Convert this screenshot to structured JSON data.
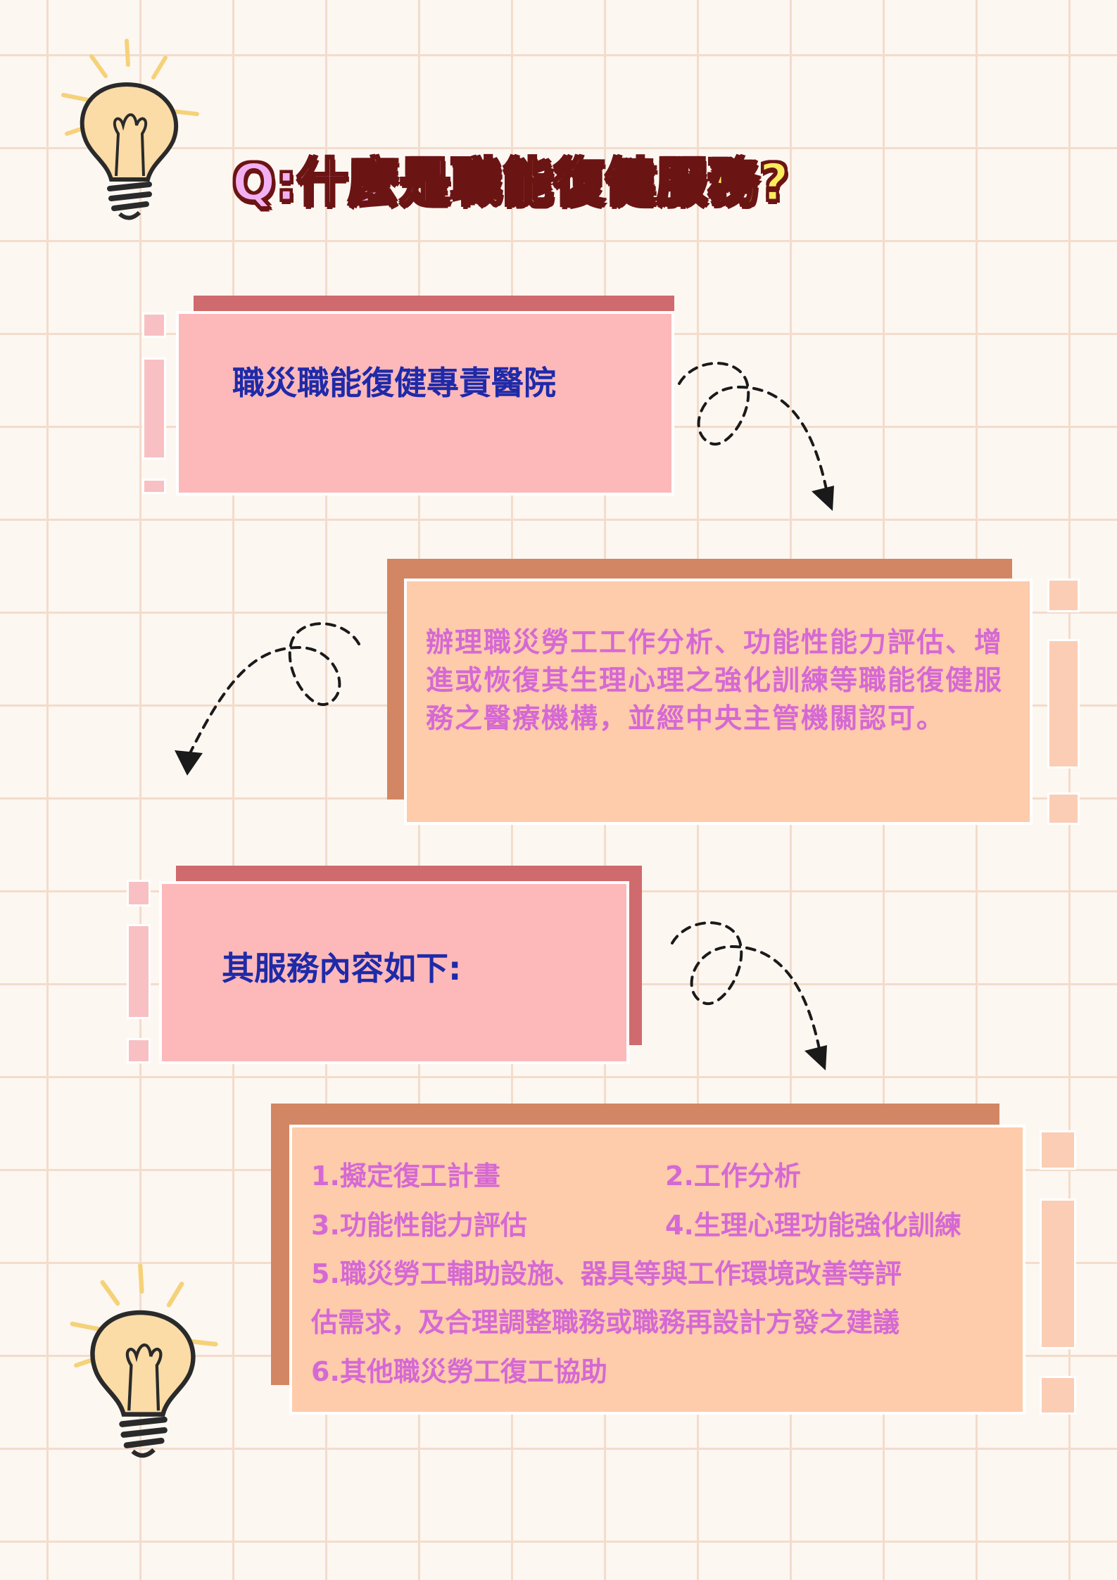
{
  "title": {
    "part1": "Q:什麼是",
    "part2": "職能復健服務?"
  },
  "section1": {
    "heading": "職災職能復健專責醫院"
  },
  "section2": {
    "body": "辦理職災勞工工作分析、功能性能力評估、增進或恢復其生理心理之強化訓練等職能復健服務之醫療機構，並經中央主管機關認可。"
  },
  "section3": {
    "heading": "其服務內容如下:"
  },
  "section4": {
    "items": [
      "1.擬定復工計畫",
      "2.工作分析",
      "3.功能性能力評估",
      "4.生理心理功能強化訓練",
      "5.職災勞工輔助設施、器具等與工作環境改善等評",
      "估需求，及合理調整職務或職務再設計方發之建議",
      "6.其他職災勞工復工協助"
    ]
  },
  "icons": [
    "lightbulb-icon",
    "dashed-loop-arrow-icon"
  ],
  "colors": {
    "heading": "#1e2aa8",
    "body": "#d569d4",
    "pink_box": "#fdb8ba",
    "peach_box": "#fecbab",
    "title_pink": "#f2b0f3",
    "title_yellow": "#fbec5d",
    "title_outline": "#6b1414"
  }
}
